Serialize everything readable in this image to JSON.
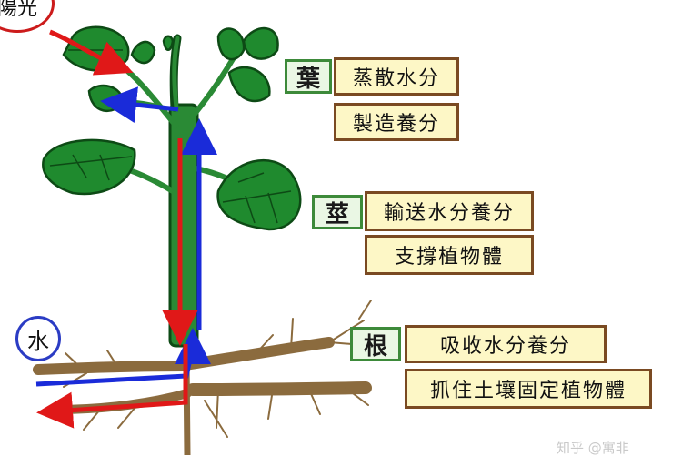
{
  "sunlight": "陽光",
  "water": "水",
  "organs": {
    "leaf": {
      "label": "葉",
      "functions": [
        "蒸散水分",
        "製造養分"
      ]
    },
    "stem": {
      "label": "莖",
      "functions": [
        "輸送水分養分",
        "支撐植物體"
      ]
    },
    "root": {
      "label": "根",
      "functions": [
        "吸收水分養分",
        "抓住土壤固定植物體"
      ]
    }
  },
  "watermark": "知乎 @寓非",
  "colors": {
    "leaf_fill": "#1f8a2e",
    "leaf_outline": "#0d4a15",
    "stem_fill": "#2a8a35",
    "root": "#8b6b3e",
    "water_arrow": "#1a2bd9",
    "nutrient_arrow": "#e01818",
    "organ_border": "#3d8a3a",
    "function_border": "#7a4a22",
    "function_fill": "#fdf7c6"
  }
}
